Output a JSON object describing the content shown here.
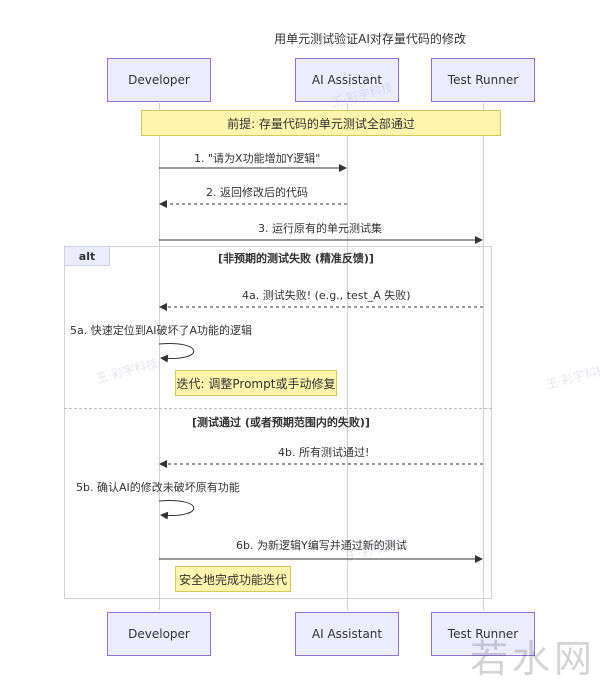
{
  "title": "用单元测试验证AI对存量代码的修改",
  "participants": [
    "Developer",
    "AI Assistant",
    "Test Runner"
  ],
  "notes": {
    "premise": "前提: 存量代码的单元测试全部通过",
    "iterate": "迭代: 调整Prompt或手动修复",
    "safe_complete": "安全地完成功能迭代"
  },
  "messages": {
    "m1": "1. \"请为X功能增加Y逻辑\"",
    "m2": "2. 返回修改后的代码",
    "m3": "3. 运行原有的单元测试集",
    "m4a": "4a. 测试失败! (e.g., test_A 失败)",
    "m5a": "5a. 快速定位到AI破坏了A功能的逻辑",
    "m4b": "4b. 所有测试通过!",
    "m5b": "5b. 确认AI的修改未破坏原有功能",
    "m6b": "6b. 为新逻辑Y编写并通过新的测试"
  },
  "alt": {
    "tag": "alt",
    "condition_1": "[非预期的测试失败 (精准反馈)]",
    "condition_2": "[测试通过 (或者预期范围内的失败)]"
  },
  "watermark": {
    "mark": "王·彩宇科技",
    "logo": "若水网"
  },
  "colors": {
    "actor_fill": "#ececff",
    "actor_border": "#9370db",
    "note_fill": "#fff5ad",
    "line": "#333333"
  }
}
